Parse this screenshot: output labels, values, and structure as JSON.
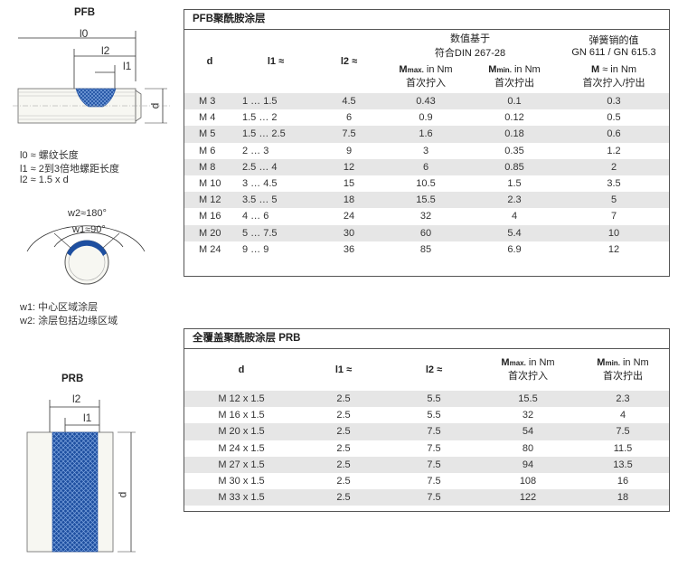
{
  "left": {
    "pfb_title": "PFB",
    "pfb_l0": "l0",
    "pfb_l2": "l2",
    "pfb_l1": "l1",
    "pfb_d": "d",
    "legend": [
      "l0 ≈ 螺纹长度",
      "l1 ≈ 2到3倍地螺距长度",
      "l2 ≈  1.5 x d"
    ],
    "w2_label": "w2≈180°",
    "w1_label": "w1≈90°",
    "w_legend": [
      "w1: 中心区域涂层",
      "w2: 涂层包括边缘区域"
    ],
    "prb_title": "PRB",
    "prb_l2": "l2",
    "prb_l1": "l1",
    "prb_d": "d"
  },
  "table1": {
    "title": "PFB聚酰胺涂层",
    "group_values": "数值基于",
    "group_values2": "符合DIN 267-28",
    "group_spring": "弹簧销的值",
    "group_spring2": "GN 611 / GN 615.3",
    "col_d": "d",
    "col_l1": "l1 ≈",
    "col_l2": "l2 ≈",
    "col_mmax_m": "M",
    "col_mmax_sub": "max.",
    "col_mmax_unit": " in Nm",
    "col_mmax_desc": "首次拧入",
    "col_mmin_m": "M",
    "col_mmin_sub": "min.",
    "col_mmin_unit": " in Nm",
    "col_mmin_desc": "首次拧出",
    "col_m_m": "M",
    "col_m_unit": " ≈ in Nm",
    "col_m_desc": "首次拧入/拧出",
    "rows": [
      [
        "M  3",
        "1  …  1.5",
        "4.5",
        "0.43",
        "0.1",
        "0.3"
      ],
      [
        "M  4",
        "1.5 …  2",
        "6",
        "0.9",
        "0.12",
        "0.5"
      ],
      [
        "M  5",
        "1.5 … 2.5",
        "7.5",
        "1.6",
        "0.18",
        "0.6"
      ],
      [
        "M  6",
        "2  …  3",
        "9",
        "3",
        "0.35",
        "1.2"
      ],
      [
        "M  8",
        "2.5 …  4",
        "12",
        "6",
        "0.85",
        "2"
      ],
      [
        "M 10",
        "3  … 4.5",
        "15",
        "10.5",
        "1.5",
        "3.5"
      ],
      [
        "M 12",
        "3.5 …  5",
        "18",
        "15.5",
        "2.3",
        "5"
      ],
      [
        "M 16",
        "4  …  6",
        "24",
        "32",
        "4",
        "7"
      ],
      [
        "M 20",
        "5  … 7.5",
        "30",
        "60",
        "5.4",
        "10"
      ],
      [
        "M 24",
        "9  …  9",
        "36",
        "85",
        "6.9",
        "12"
      ]
    ]
  },
  "table2": {
    "title": "全覆盖聚酰胺涂层 PRB",
    "col_d": "d",
    "col_l1": "l1 ≈",
    "col_l2": "l2 ≈",
    "col_mmax_m": "M",
    "col_mmax_sub": "max.",
    "col_mmax_unit": " in Nm",
    "col_mmax_desc": "首次拧入",
    "col_mmin_m": "M",
    "col_mmin_sub": "min.",
    "col_mmin_unit": " in Nm",
    "col_mmin_desc": "首次拧出",
    "rows": [
      [
        "M 12 x 1.5",
        "2.5",
        "5.5",
        "15.5",
        "2.3"
      ],
      [
        "M 16 x 1.5",
        "2.5",
        "5.5",
        "32",
        "4"
      ],
      [
        "M 20 x 1.5",
        "2.5",
        "7.5",
        "54",
        "7.5"
      ],
      [
        "M 24 x 1.5",
        "2.5",
        "7.5",
        "80",
        "11.5"
      ],
      [
        "M 27 x 1.5",
        "2.5",
        "7.5",
        "94",
        "13.5"
      ],
      [
        "M 30 x 1.5",
        "2.5",
        "7.5",
        "108",
        "16"
      ],
      [
        "M 33 x 1.5",
        "2.5",
        "7.5",
        "122",
        "18"
      ]
    ]
  },
  "colors": {
    "coating": "#1e4fa0",
    "row_shade": "#e6e6e6",
    "border": "#555555"
  }
}
